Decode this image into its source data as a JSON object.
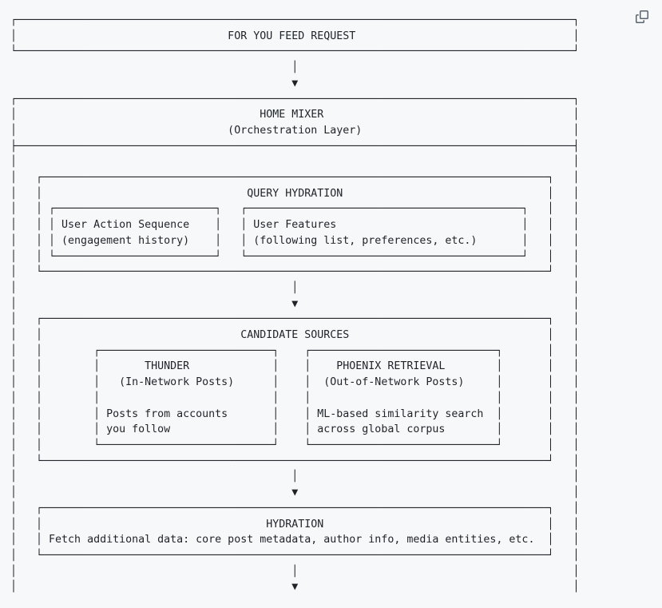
{
  "colors": {
    "background": "#f6f8fa",
    "text": "#1f2328",
    "icon": "#59636e"
  },
  "code_block": {
    "copy_icon": "copy-icon"
  },
  "diagram": {
    "type": "flowchart",
    "flow": {
      "entry": {
        "title": "FOR YOU FEED REQUEST"
      },
      "orchestrator": {
        "title": "HOME MIXER",
        "subtitle": "(Orchestration Layer)",
        "stages": [
          {
            "title": "QUERY HYDRATION",
            "items": [
              {
                "title": "User Action Sequence",
                "subtitle": "(engagement history)"
              },
              {
                "title": "User Features",
                "subtitle": "(following list, preferences, etc.)"
              }
            ]
          },
          {
            "title": "CANDIDATE SOURCES",
            "items": [
              {
                "title": "THUNDER",
                "subtitle": "(In-Network Posts)",
                "description": "Posts from accounts you follow"
              },
              {
                "title": "PHOENIX RETRIEVAL",
                "subtitle": "(Out-of-Network Posts)",
                "description": "ML-based similarity search across global corpus"
              }
            ]
          },
          {
            "title": "HYDRATION",
            "description": "Fetch additional data: core post metadata, author info, media entities, etc."
          }
        ]
      }
    },
    "ascii_lines": [
      "┌───────────────────────────────────────────────────────────────────────────────────────┐",
      "│                                 FOR YOU FEED REQUEST                                  │",
      "└───────────────────────────────────────────────────────────────────────────────────────┘",
      "                                            │",
      "                                            ▼",
      "┌───────────────────────────────────────────────────────────────────────────────────────┐",
      "│                                      HOME MIXER                                       │",
      "│                                 (Orchestration Layer)                                 │",
      "├───────────────────────────────────────────────────────────────────────────────────────┤",
      "│                                                                                       │",
      "│   ┌───────────────────────────────────────────────────────────────────────────────┐   │",
      "│   │                                QUERY HYDRATION                                │   │",
      "│   │ ┌─────────────────────────┐   ┌───────────────────────────────────────────┐   │   │",
      "│   │ │ User Action Sequence    │   │ User Features                             │   │   │",
      "│   │ │ (engagement history)    │   │ (following list, preferences, etc.)       │   │   │",
      "│   │ └─────────────────────────┘   └───────────────────────────────────────────┘   │   │",
      "│   └───────────────────────────────────────────────────────────────────────────────┘   │",
      "│                                           │                                           │",
      "│                                           ▼                                           │",
      "│   ┌───────────────────────────────────────────────────────────────────────────────┐   │",
      "│   │                               CANDIDATE SOURCES                               │   │",
      "│   │        ┌───────────────────────────┐    ┌─────────────────────────────┐       │   │",
      "│   │        │       THUNDER             │    │    PHOENIX RETRIEVAL        │       │   │",
      "│   │        │   (In-Network Posts)      │    │  (Out-of-Network Posts)     │       │   │",
      "│   │        │                           │    │                             │       │   │",
      "│   │        │ Posts from accounts       │    │ ML-based similarity search  │       │   │",
      "│   │        │ you follow                │    │ across global corpus        │       │   │",
      "│   │        └───────────────────────────┘    └─────────────────────────────┘       │   │",
      "│   └───────────────────────────────────────────────────────────────────────────────┘   │",
      "│                                           │                                           │",
      "│                                           ▼                                           │",
      "│   ┌───────────────────────────────────────────────────────────────────────────────┐   │",
      "│   │                                   HYDRATION                                   │   │",
      "│   │ Fetch additional data: core post metadata, author info, media entities, etc.  │   │",
      "│   └───────────────────────────────────────────────────────────────────────────────┘   │",
      "│                                           │                                           │",
      "│                                           ▼                                           │"
    ]
  }
}
